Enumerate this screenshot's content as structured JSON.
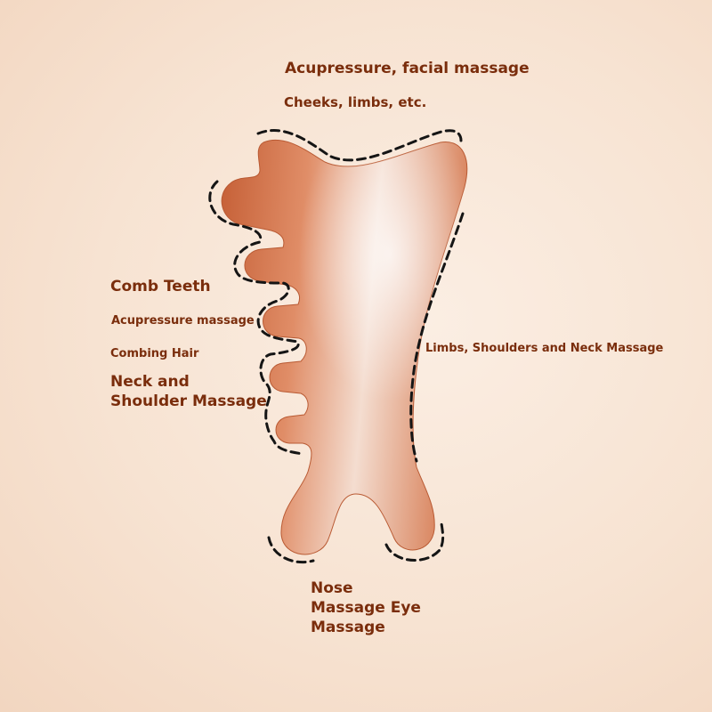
{
  "colors": {
    "text": "#7a2d0c",
    "stone_dark": "#c9663e",
    "stone_mid": "#e39a76",
    "stone_light": "#f7e6dc",
    "dash": "#151515"
  },
  "labels": {
    "top_title": "Acupressure, facial massage",
    "top_sub": "Cheeks, limbs, etc.",
    "comb_teeth": "Comb Teeth",
    "acupressure": "Acupressure massage",
    "combing_hair": "Combing Hair",
    "neck_line1": "Neck and",
    "neck_line2": "Shoulder Massage",
    "limbs": "Limbs, Shoulders and Neck Massage",
    "nose_line1": "Nose",
    "nose_line2": "Massage Eye",
    "nose_line3": "Massage"
  }
}
